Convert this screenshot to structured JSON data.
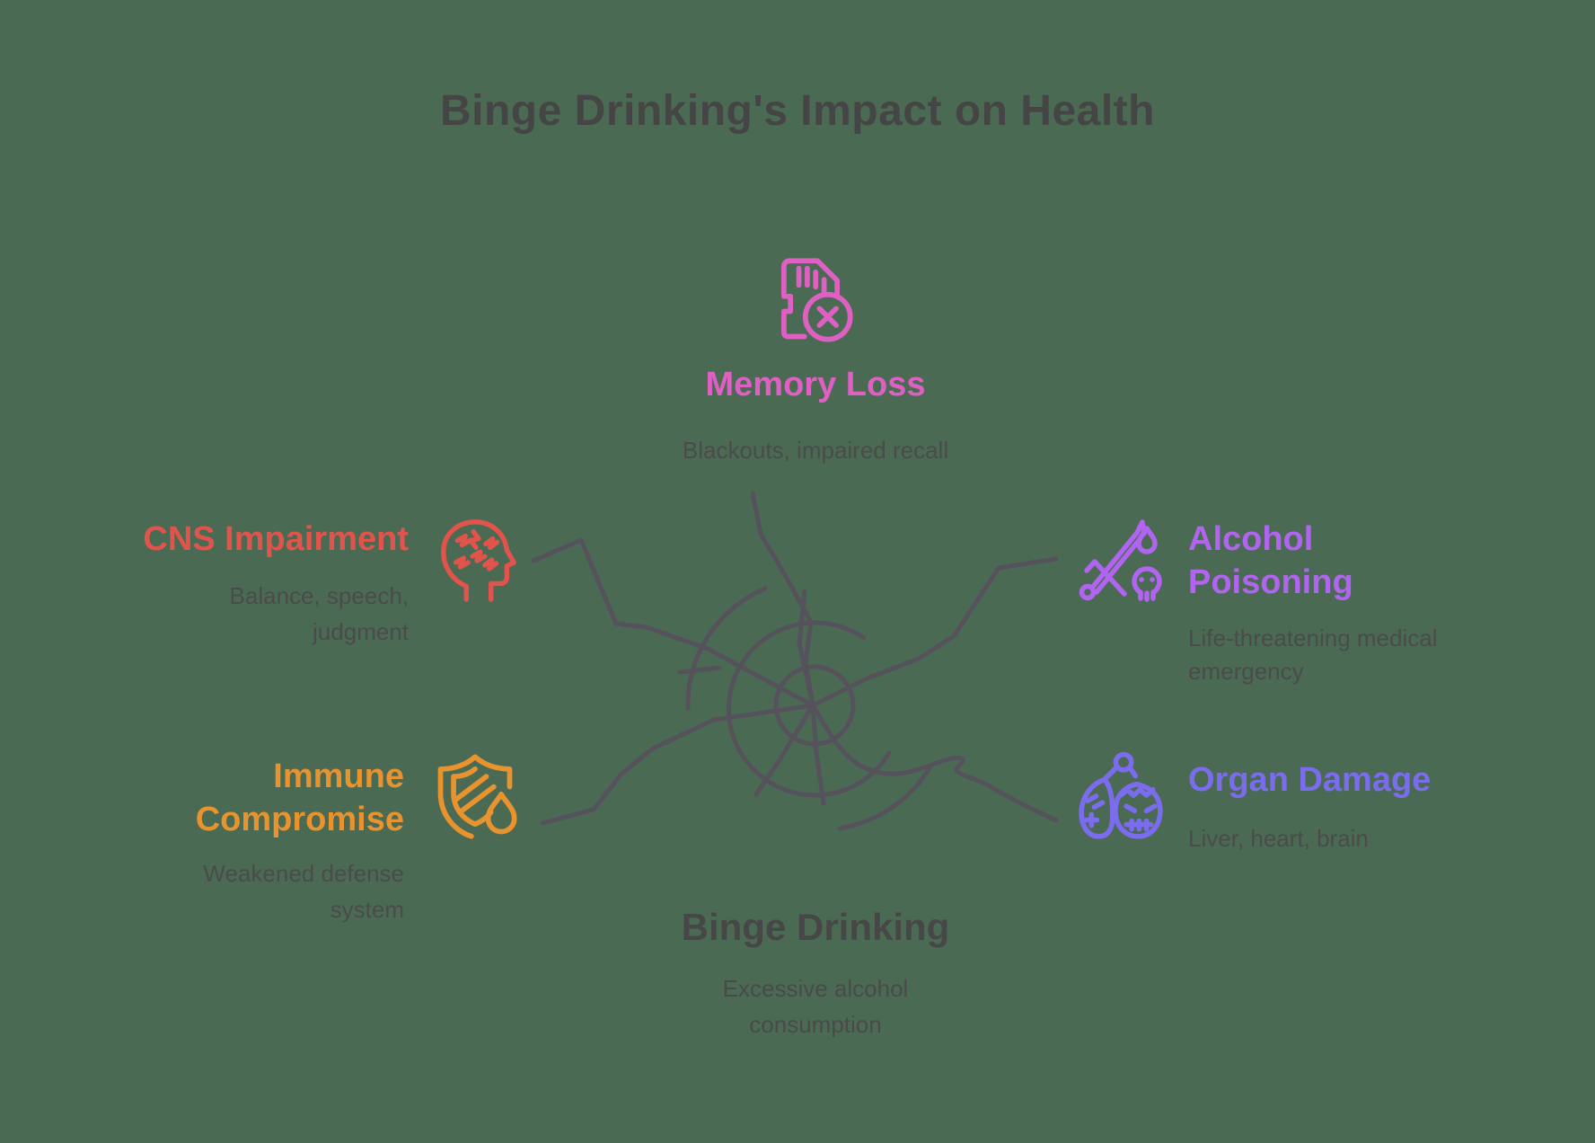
{
  "title": "Binge Drinking's Impact on Health",
  "center": {
    "label": "Binge Drinking",
    "description": "Excessive alcohol consumption"
  },
  "nodes": [
    {
      "id": "memory-loss",
      "label": "Memory Loss",
      "description": "Blackouts, impaired recall",
      "icon": "sd-card-error-icon",
      "color": "#DE60C3"
    },
    {
      "id": "cns-impairment",
      "label": "CNS Impairment",
      "description": "Balance, speech, judgment",
      "icon": "head-impairment-icon",
      "color": "#E2544B"
    },
    {
      "id": "alcohol-poisoning",
      "label": "Alcohol Poisoning",
      "description": "Life-threatening medical emergency",
      "icon": "sword-skull-poison-icon",
      "color": "#B164EF"
    },
    {
      "id": "immune-compromise",
      "label": "Immune Compromise",
      "description": "Weakened defense system",
      "icon": "shield-droplet-icon",
      "color": "#E8932D"
    },
    {
      "id": "organ-damage",
      "label": "Organ Damage",
      "description": "Liver, heart, brain",
      "icon": "damaged-organs-icon",
      "color": "#7B6CEE"
    }
  ],
  "colors": {
    "background": "#4A6A53",
    "heading_text": "#454545",
    "body_text": "#4B4B4B",
    "connector_line": "#56525C",
    "memory_accent": "#DE60C3",
    "cns_accent": "#E2544B",
    "alcohol_accent": "#B164EF",
    "immune_accent": "#E8932D",
    "organ_accent": "#7B6CEE"
  }
}
